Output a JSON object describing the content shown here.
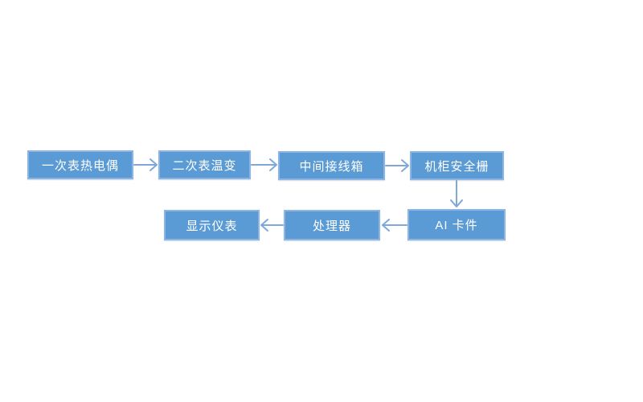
{
  "diagram": {
    "colors": {
      "background": "#ffffff",
      "node_fill": "#5b9bd5",
      "node_border": "#8db4e2",
      "arrow": "#7fa8d9",
      "label_text": "#ffffff"
    },
    "nodes": {
      "primary_thermocouple": {
        "label": "一次表热电偶"
      },
      "secondary_transmitter": {
        "label": "二次表温变"
      },
      "junction_box": {
        "label": "中间接线箱"
      },
      "safety_barrier": {
        "label": "机柜安全栅"
      },
      "ai_card": {
        "label": "AI 卡件"
      },
      "processor": {
        "label": "处理器"
      },
      "display_instrument": {
        "label": "显示仪表"
      }
    },
    "edges": [
      {
        "from": "primary_thermocouple",
        "to": "secondary_transmitter",
        "direction": "right"
      },
      {
        "from": "secondary_transmitter",
        "to": "junction_box",
        "direction": "right"
      },
      {
        "from": "junction_box",
        "to": "safety_barrier",
        "direction": "right"
      },
      {
        "from": "safety_barrier",
        "to": "ai_card",
        "direction": "down"
      },
      {
        "from": "ai_card",
        "to": "processor",
        "direction": "left"
      },
      {
        "from": "processor",
        "to": "display_instrument",
        "direction": "left"
      }
    ]
  }
}
